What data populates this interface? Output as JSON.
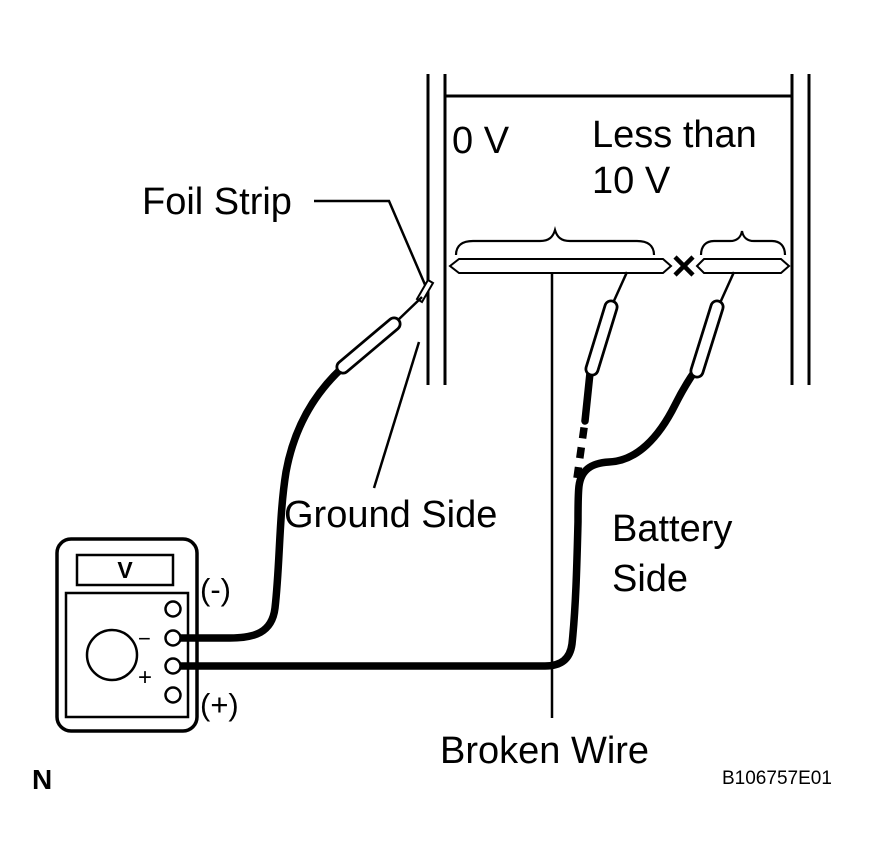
{
  "figure": {
    "id_code": "B106757E01",
    "corner_mark": "N"
  },
  "readings": {
    "ground_segment_voltage": "0 V",
    "battery_segment_voltage_line1": "Less than",
    "battery_segment_voltage_line2": "10 V"
  },
  "labels": {
    "foil_strip": "Foil Strip",
    "ground_side": "Ground Side",
    "battery_side_line1": "Battery",
    "battery_side_line2": "Side",
    "broken_wire": "Broken Wire",
    "negative_lead": "(-)",
    "positive_lead": "(+)"
  },
  "voltmeter": {
    "display": "V",
    "dial_minus": "−",
    "dial_plus": "+"
  },
  "colors": {
    "ink": "#000000",
    "paper": "#ffffff"
  }
}
